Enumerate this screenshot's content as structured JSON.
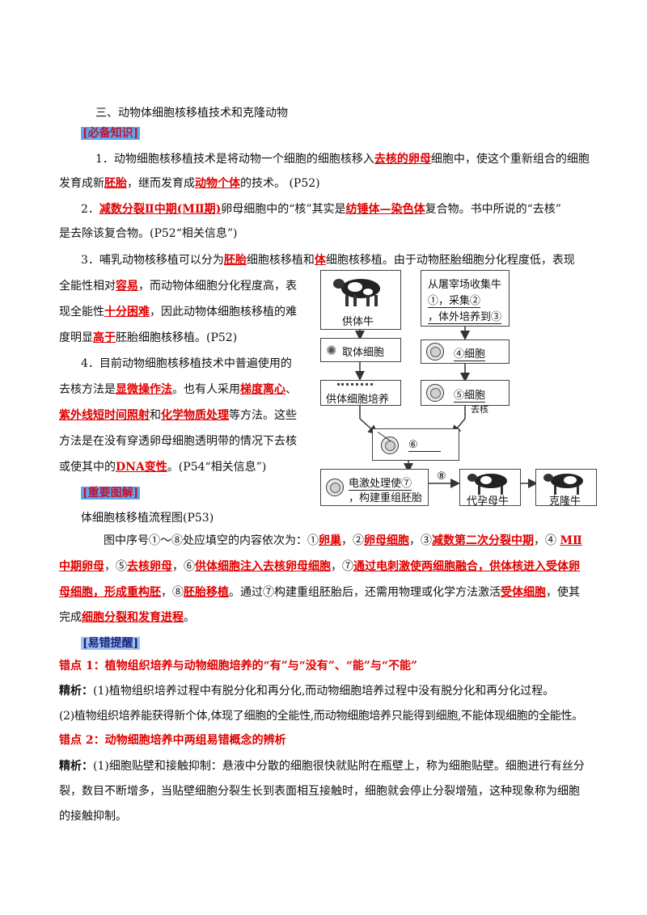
{
  "section_title": "三、动物体细胞核移植技术和克隆动物",
  "tag_required": "[必备知识]",
  "p1": {
    "a": "1．动物细胞核移植技术是将动物一个细胞的细胞核移入",
    "h1": "去核的卵母",
    "b": "细胞中，使这个重新组合的细胞",
    "c": "发育成新",
    "h2": "胚胎",
    "d": "，继而发育成",
    "h3": "动物个体",
    "e": "的技术。 (P52)"
  },
  "p2": {
    "a": "2．",
    "h1": "减数分裂Ⅱ中期(MⅡ期)",
    "b": "卵母细胞中的“核”其实是",
    "h2": "纺锤体—染色体",
    "c": "复合物。书中所说的“去核”",
    "d": "是去除该复合物。(P52“相关信息”)"
  },
  "p3": {
    "a": "3．哺乳动物核移植可以分为",
    "h1": "胚胎",
    "b": "细胞核移植和",
    "h2": "体",
    "c": "细胞核移植。由于动物胚胎细胞分化程度低，表现",
    "d": "全能性相对",
    "h3": "容易",
    "e": "，而动物体细胞分化程度高，表",
    "f": "现全能性",
    "h4": "十分困难",
    "g": "，因此动物体细胞核移植的难",
    "h": "度明显",
    "h5": "高于",
    "i": "胚胎细胞核移植。(P52)"
  },
  "p4": {
    "a": "4．目前动物细胞核移植技术中普遍使用的",
    "b": "去核方法是",
    "h1": "显微操作法",
    "c": "。也有人采用",
    "h2": "梯度离心",
    "d": "、",
    "h3": "紫外线短时间照射",
    "e": "和",
    "h4": "化学物质处理",
    "f": "等方法。这些",
    "g": "方法是在没有穿透卵母细胞透明带的情况下去核",
    "h": "或使其中的",
    "h5": "DNA变性",
    "i": "。(P54“相关信息”)"
  },
  "tag_diagram": "[重要图解]",
  "diagram_caption": "体细胞核移植流程图(P53)",
  "diagram": {
    "donor_cow": "供体牛",
    "slaughter_1": "从屠宰场收集牛",
    "slaughter_2": "①，采集②",
    "slaughter_3": "，体外培养到③",
    "take_cells": "取体细胞",
    "cell4": "④细胞",
    "remove_nucleus": "去核",
    "culture": "供体细胞培养",
    "cell5": "⑤细胞",
    "step6": "⑥",
    "electric_1": "电激处理使⑦",
    "electric_2": "，构建重组胚胎",
    "step8": "⑧",
    "surrogate": "代孕母牛",
    "clone": "克隆牛"
  },
  "answers": {
    "a": "图中序号①～⑧处应填空的内容依次为：①",
    "h1": "卵巢",
    "b": "，②",
    "h2": "卵母细胞",
    "c": "，③",
    "h3": "减数第二次分裂中期",
    "d": "，④ ",
    "h4a": "MⅡ",
    "h4b": "中期卵母",
    "e": "，⑤",
    "h5": "去核卵母",
    "f": "，⑥",
    "h6": "供体细胞注入去核卵母细胞",
    "g": "，⑦",
    "h7a": "通过电刺激使两细胞融合，供体核进入受体卵",
    "h7b": "母细胞，形成重构胚",
    "h": "，⑧",
    "h8": "胚胎移植",
    "i": "。通过⑦构建重组胚胎后，还需用物理或化学方法激活",
    "h9": "受体细胞",
    "j": "，使其",
    "k": "完成",
    "h10": "细胞分裂和发育进程",
    "l": "。"
  },
  "tag_errors": "[易错提醒]",
  "error1_title": "错点 1：植物组织培养与动物细胞培养的“有”与“没有”、“能”与“不能”",
  "error1_label": "精析：",
  "error1_l1": "(1)植物组织培养过程中有脱分化和再分化,而动物细胞培养过程中没有脱分化和再分化过程。",
  "error1_l2": "(2)植物组织培养能获得新个体,体现了细胞的全能性,而动物细胞培养只能得到细胞,不能体现细胞的全能性。",
  "error2_title": "错点 2：动物细胞培养中两组易错概念的辨析",
  "error2_label": "精析：",
  "error2_l1": "(1)细胞贴壁和接触抑制：悬液中分散的细胞很快就贴附在瓶壁上，称为细胞贴壁。细胞进行有丝分",
  "error2_l2": "裂，数目不断增多，当贴壁细胞分裂生长到表面相互接触时，细胞就会停止分裂增殖，这种现象称为细胞",
  "error2_l3": "的接触抑制。"
}
